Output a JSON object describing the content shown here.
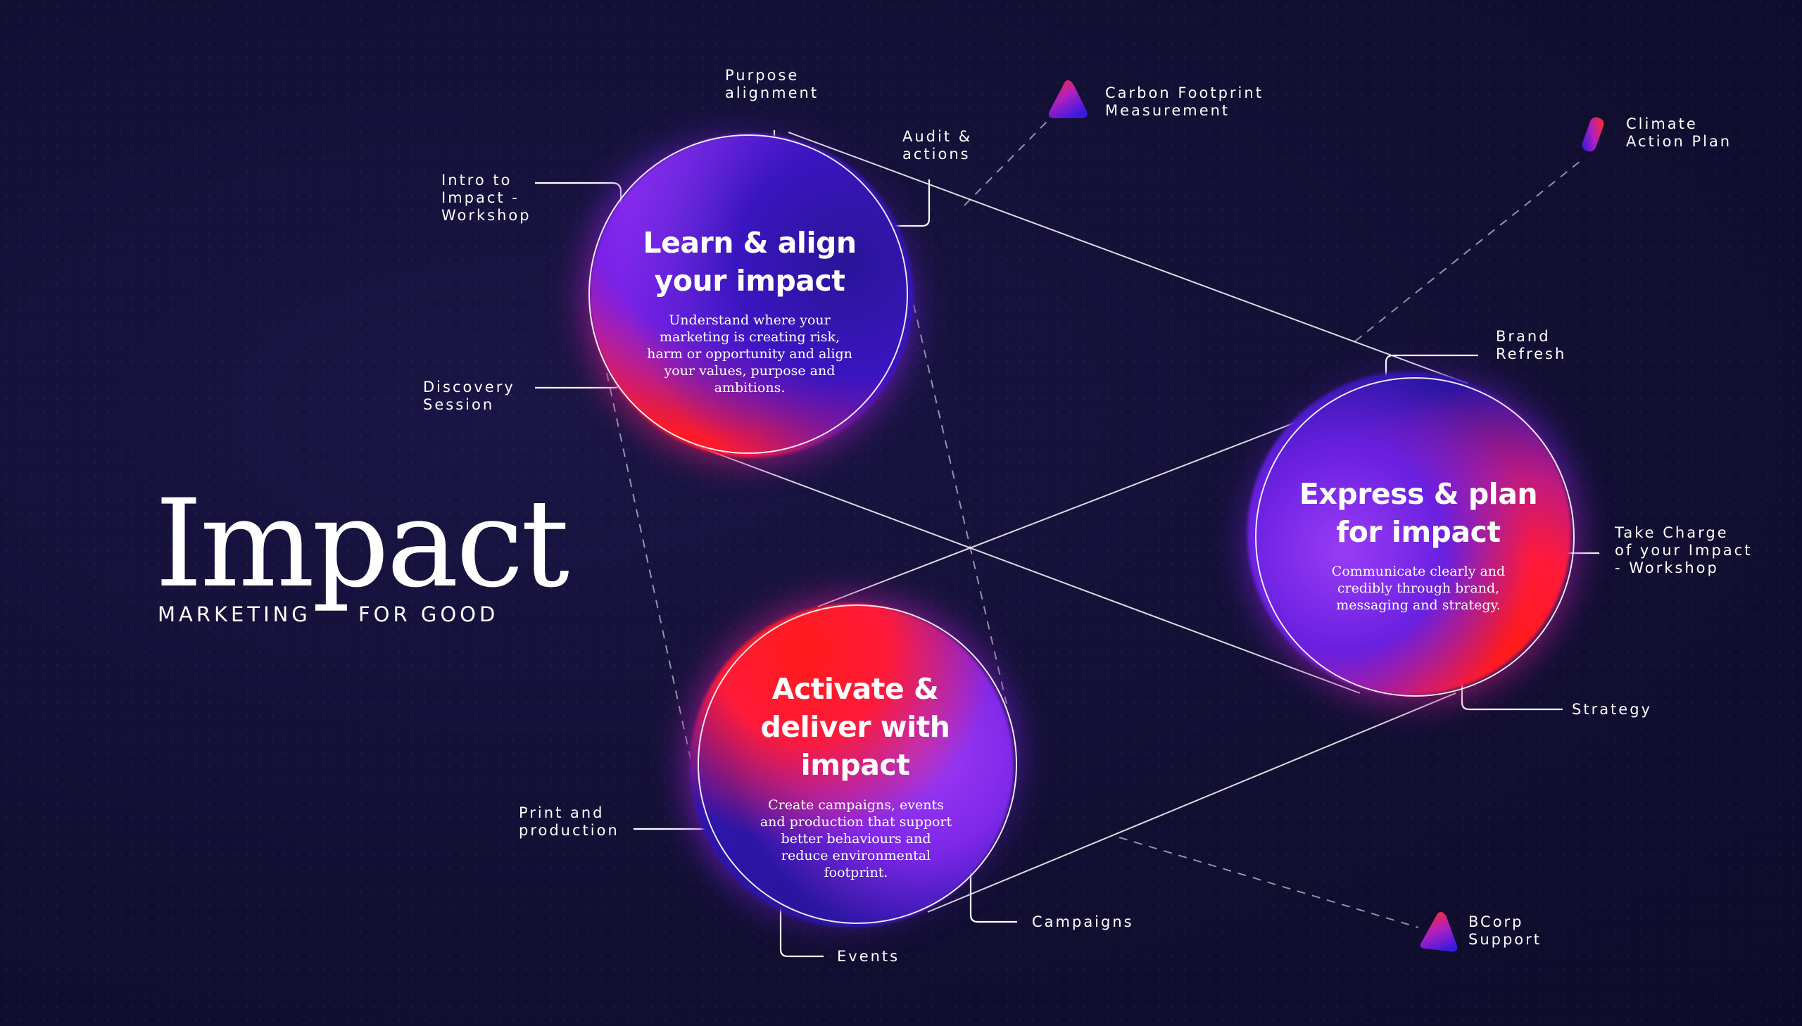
{
  "brand": {
    "title": "Impact",
    "sub_left": "MARKETING",
    "sub_right": "FOR GOOD"
  },
  "stages": [
    {
      "title_line1": "Learn & align",
      "title_line2": "your impact",
      "desc": "Understand where your marketing is creating risk, harm or opportunity and align your values, purpose and ambitions."
    },
    {
      "title_line1": "Express & plan",
      "title_line2": "for impact",
      "desc": "Communicate clearly and credibly through brand, messaging and strategy."
    },
    {
      "title_line1": "Activate &",
      "title_line2": "deliver with",
      "title_line3": "impact",
      "desc": "Create campaigns, events and production that support better behaviours and reduce environmental footprint."
    }
  ],
  "labels": {
    "purpose_alignment": "Purpose\nalignment",
    "audit_actions": "Audit &\nactions",
    "intro_workshop": "Intro to\nImpact -\nWorkshop",
    "discovery_session": "Discovery\nSession",
    "brand_refresh": "Brand\nRefresh",
    "take_charge": "Take Charge\nof your Impact\n- Workshop",
    "strategy": "Strategy",
    "print_production": "Print and\nproduction",
    "events": "Events",
    "campaigns": "Campaigns"
  },
  "outcomes": {
    "carbon_footprint": "Carbon Footprint\nMeasurement",
    "climate_action": "Climate\nAction Plan",
    "bcorp": "BCorp\nSupport"
  },
  "colors": {
    "background": "#120f33",
    "red": "#ff1a3a",
    "purple": "#8a2cf0",
    "blue": "#3b16b8"
  }
}
